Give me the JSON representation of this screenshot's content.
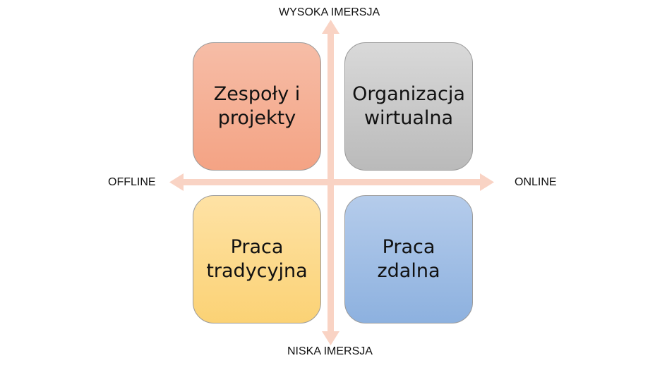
{
  "axes": {
    "top": "WYSOKA IMERSJA",
    "bottom": "NISKA IMERSJA",
    "left": "OFFLINE",
    "right": "ONLINE",
    "arrow_color": "#f9d3c4"
  },
  "quadrants": {
    "top_left": "Zespoły i\nprojekty",
    "top_right": "Organizacja\nwirtualna",
    "bottom_left": "Praca\ntradycyjna",
    "bottom_right": "Praca\nzdalna"
  }
}
